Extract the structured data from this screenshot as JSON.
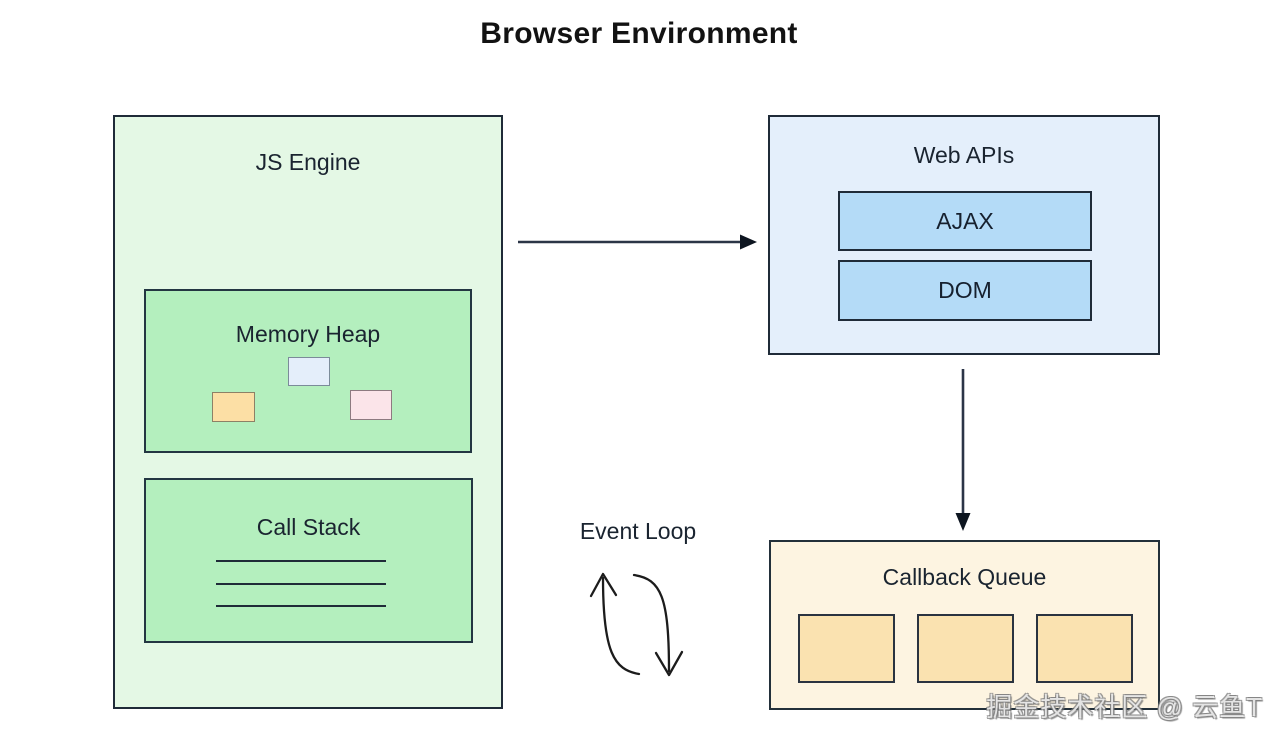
{
  "title": "Browser Environment",
  "js_engine": {
    "label": "JS Engine",
    "memory_heap": {
      "label": "Memory Heap",
      "objects": [
        "blue-object",
        "orange-object",
        "pink-object"
      ]
    },
    "call_stack": {
      "label": "Call Stack",
      "frame_lines": 3
    }
  },
  "web_apis": {
    "label": "Web APIs",
    "items": [
      {
        "label": "AJAX"
      },
      {
        "label": "DOM"
      }
    ]
  },
  "callback_queue": {
    "label": "Callback Queue",
    "slots": 3
  },
  "event_loop": {
    "label": "Event Loop"
  },
  "connections": [
    {
      "from": "js_engine",
      "to": "web_apis",
      "direction": "right"
    },
    {
      "from": "web_apis",
      "to": "callback_queue",
      "direction": "down"
    }
  ],
  "watermark": "掘金技术社区 @ 云鱼T",
  "colors": {
    "canvas_bg": "#ffffff",
    "title_text": "#121212",
    "label_text": "#1a2430",
    "box_border": "#1f2b38",
    "arrow": "#1f2b38",
    "js_engine_bg": "#e4f8e5",
    "heap_stack_bg": "#b4efbe",
    "memory_object_blue": "#e4eefa",
    "memory_object_orange": "#fcdfa5",
    "memory_object_pink": "#fbe4e9",
    "web_apis_bg": "#e4effb",
    "api_item_bg": "#b4dbf7",
    "callback_queue_bg": "#fdf4e1",
    "queue_slot_bg": "#fae2b0"
  }
}
